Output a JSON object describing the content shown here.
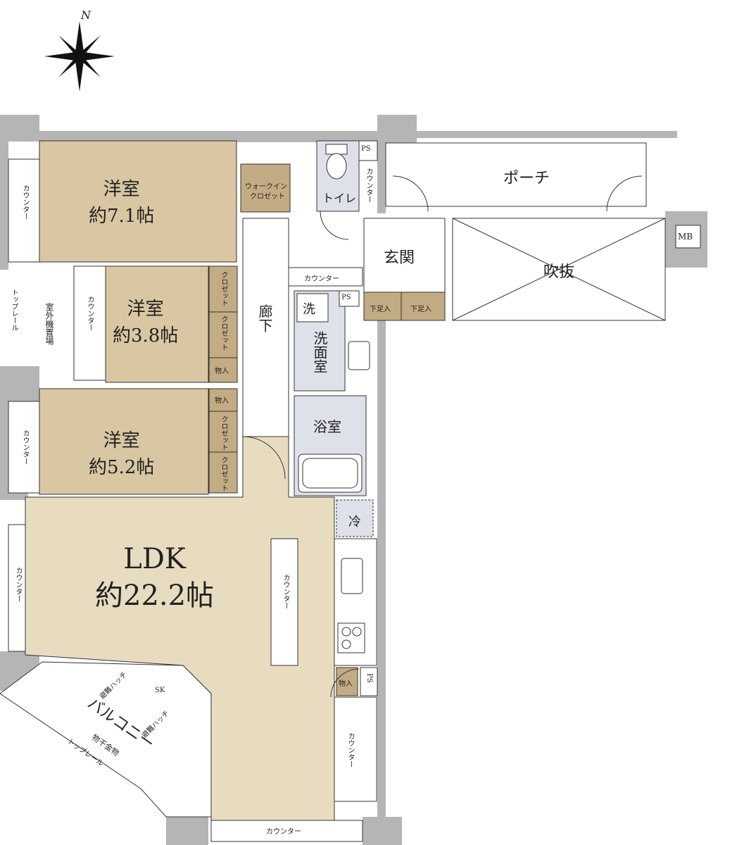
{
  "compass": {
    "north": "N"
  },
  "rooms": {
    "bedroom1": {
      "name": "洋室",
      "size": "約7.1帖"
    },
    "bedroom2": {
      "name": "洋室",
      "size": "約3.8帖"
    },
    "bedroom3": {
      "name": "洋室",
      "size": "約5.2帖"
    },
    "ldk": {
      "name": "LDK",
      "size": "約22.2帖"
    },
    "porch": "ポーチ",
    "entrance": "玄関",
    "void": "吹抜",
    "toilet": "トイレ",
    "washroom": "洗面室",
    "bathroom": "浴室",
    "hallway": "廊下",
    "balcony": "バルコニー",
    "outdoor_unit": "室外機置場"
  },
  "labels": {
    "walk_in_closet_1": "ウォークイン",
    "walk_in_closet_2": "クロゼット",
    "counter": "カウンター",
    "closet": "クロゼット",
    "storage": "物入",
    "shoe_box": "下足入",
    "ps": "PS",
    "mb": "MB",
    "sk": "SK",
    "top_rail": "トップレール",
    "washer": "洗",
    "fridge": "冷",
    "evacuation_hatch": "避難ハッチ",
    "drying_hardware": "物干金物"
  },
  "colors": {
    "room_fill": "#d9c7a3",
    "ldk_fill": "#e8dcc0",
    "storage_fill": "#c3ab83",
    "wet_fill": "#dfe1ea",
    "wall": "#b5b5b5",
    "line": "#333333"
  }
}
